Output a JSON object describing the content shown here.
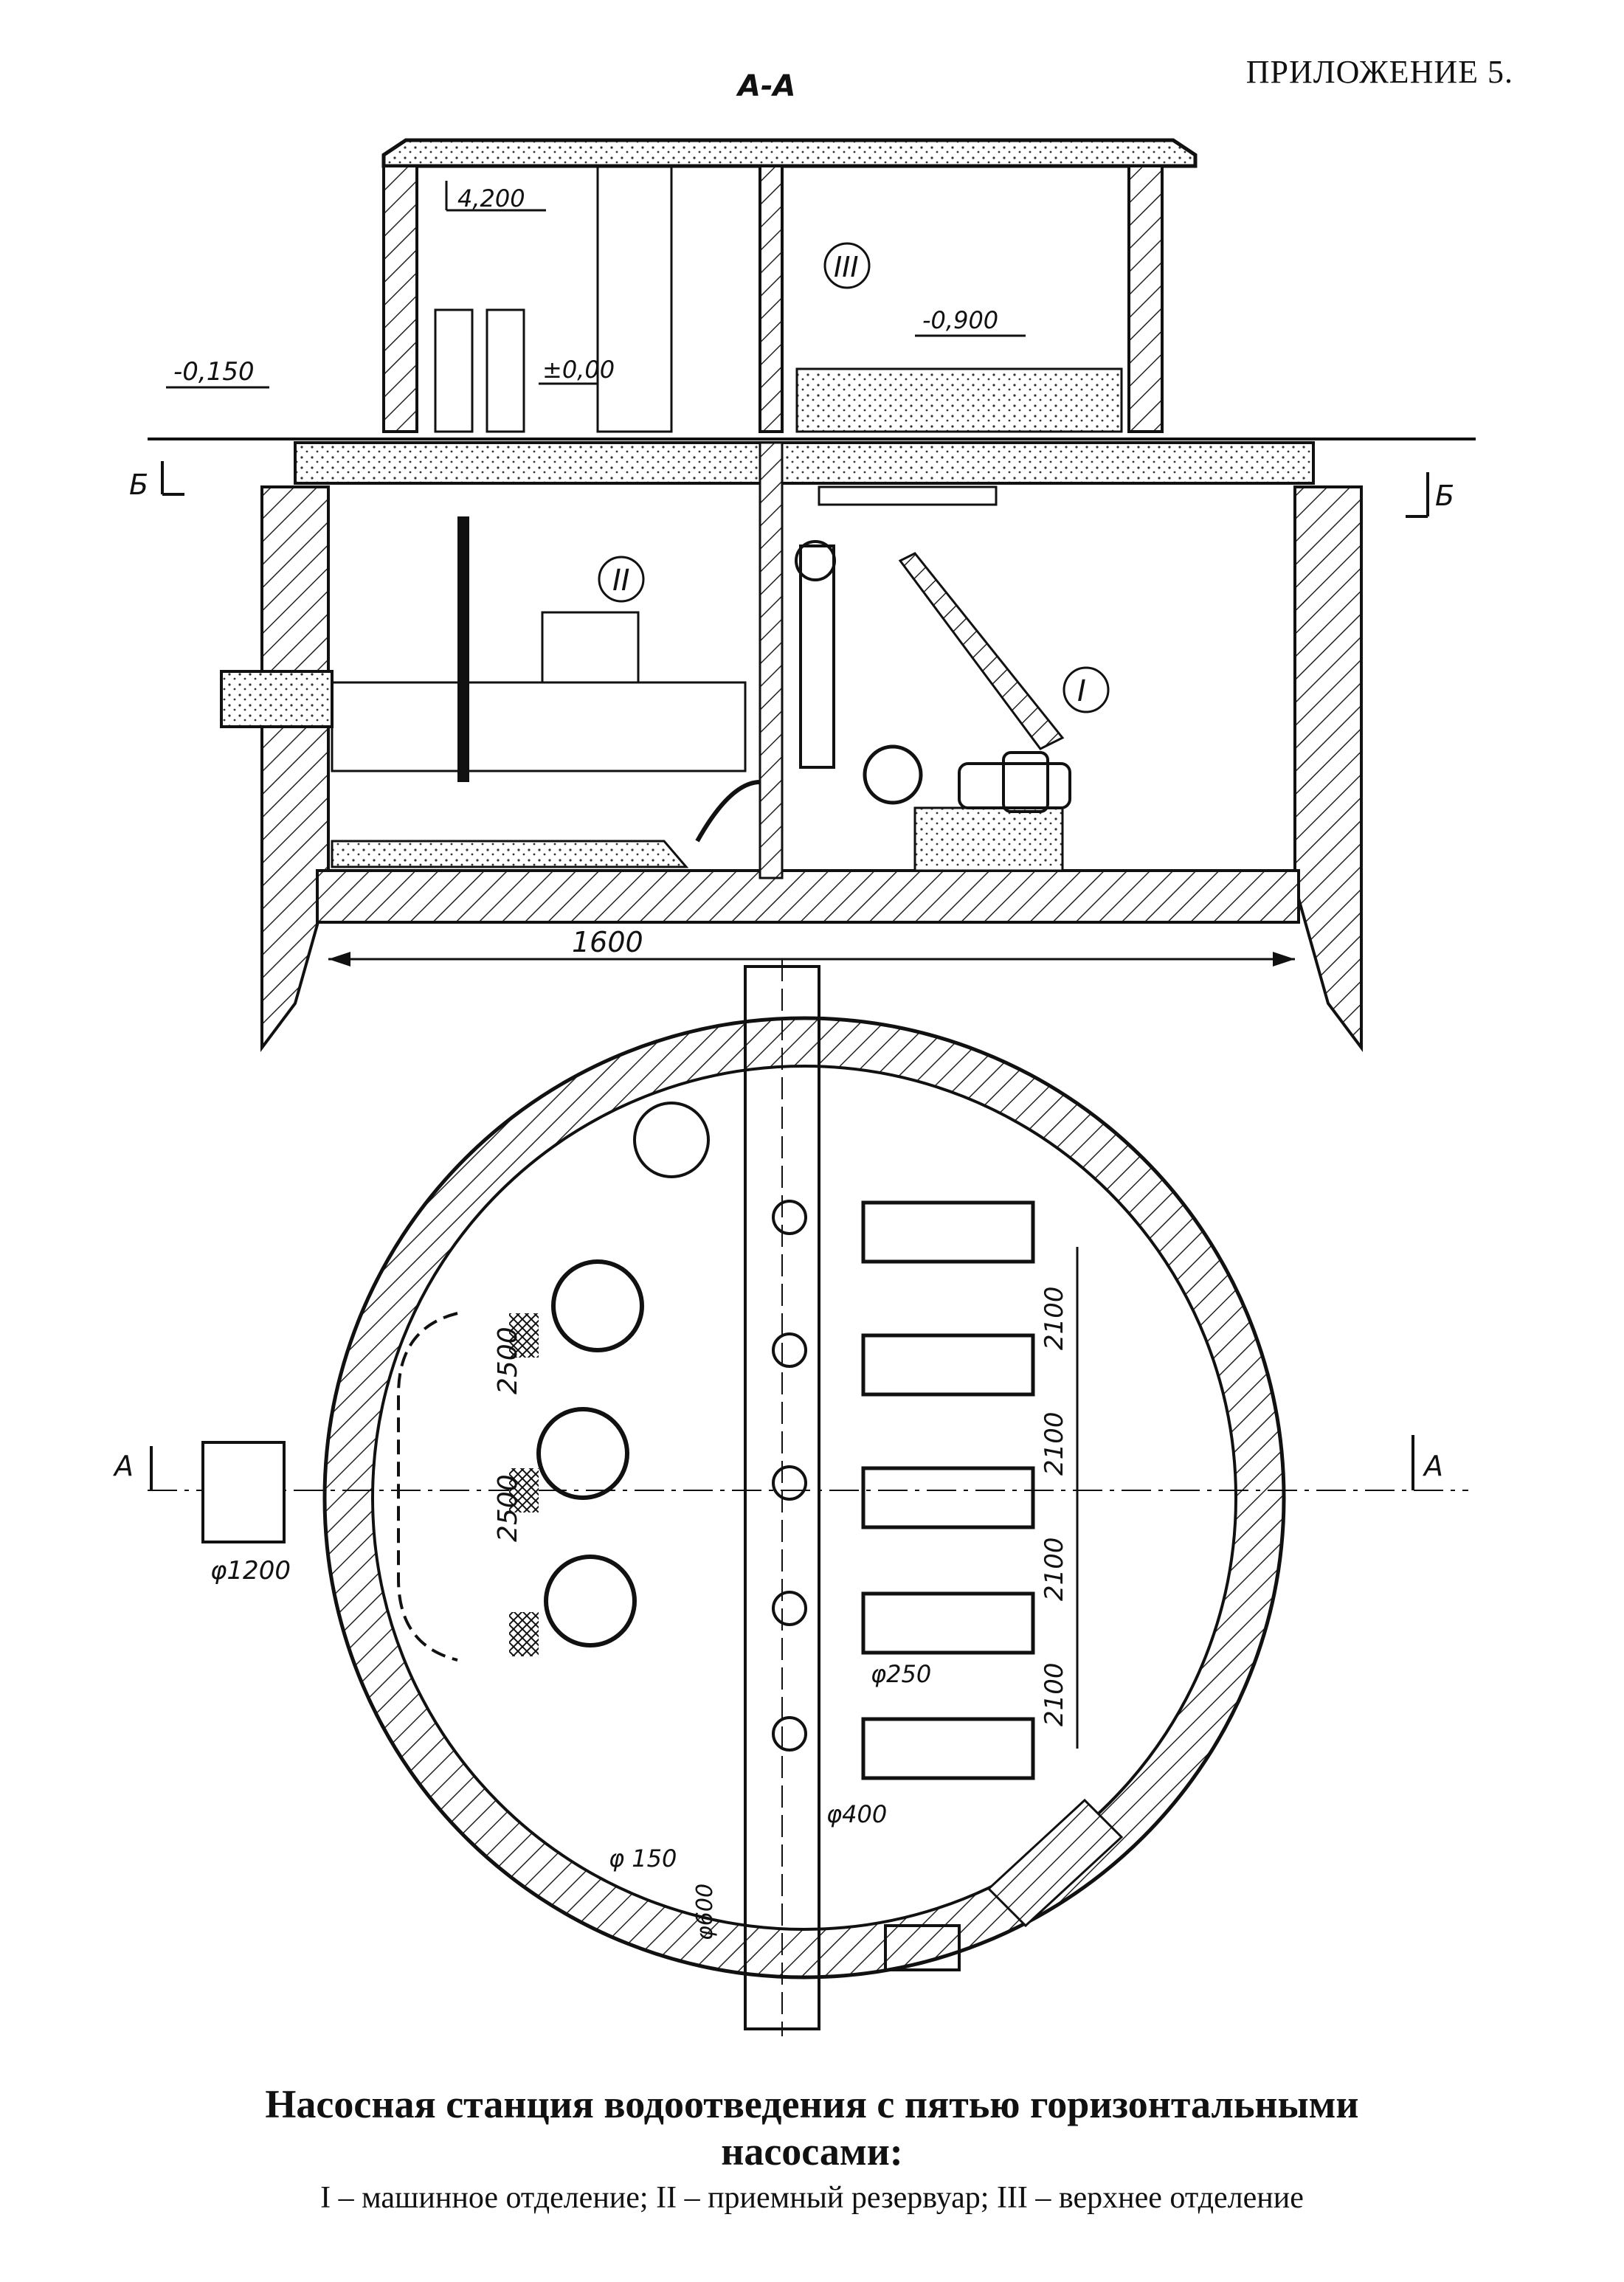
{
  "appendix": "ПРИЛОЖЕНИЕ 5.",
  "section_title": "А-А",
  "elevations": {
    "top": "4,200",
    "ground": "±0,00",
    "outside": "-0,150",
    "upper_floor": "-0,900"
  },
  "section_marks": {
    "b_left": "Б",
    "b_right": "Б",
    "a_left": "А",
    "a_right": "А"
  },
  "room_numbers": {
    "machine_room": "I",
    "receiving_tank": "II",
    "upper_room": "III"
  },
  "dimensions": {
    "width": "1600",
    "pump_spacing": [
      "2100",
      "2100",
      "2100",
      "2100"
    ],
    "tank_spacing": [
      "2500",
      "2500"
    ],
    "inlet_pipe": "φ1200",
    "pipe_250": "φ250",
    "pipe_400": "φ400",
    "pipe_150": "φ 150",
    "pipe_600": "φ600"
  },
  "caption": {
    "title_line1": "Насосная станция водоотведения с пятью горизонтальными",
    "title_line2": "насосами:",
    "legend": "I – машинное отделение; II – приемный резервуар; III – верхнее отделение"
  }
}
